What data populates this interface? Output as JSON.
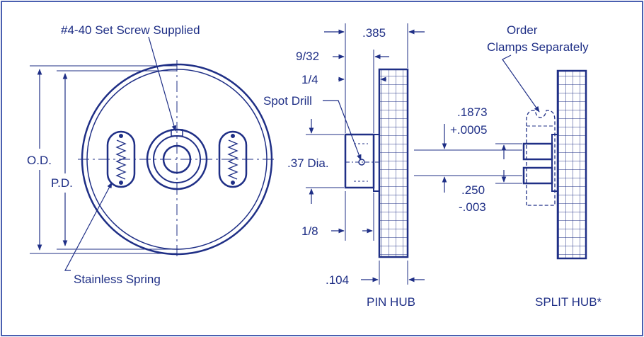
{
  "labels": {
    "set_screw": "#4-40 Set Screw Supplied",
    "od": "O.D.",
    "pd": "P.D.",
    "spring": "Stainless Spring",
    "dim_385": ".385",
    "dim_9_32": "9/32",
    "dim_1_4": "1/4",
    "spot_drill": "Spot Drill",
    "dim_37_dia": ".37 Dia.",
    "dim_1_8": "1/8",
    "dim_104": ".104",
    "pin_hub": "PIN HUB",
    "order_line1": "Order",
    "order_line2": "Clamps Separately",
    "dim_1873": ".1873",
    "dim_0005": "+.0005",
    "dim_250": ".250",
    "dim_003": "-.003",
    "split_hub": "SPLIT HUB*"
  },
  "colors": {
    "ink": "#1f2f86",
    "paper": "#ffffff",
    "border": "#4a5fb0"
  }
}
